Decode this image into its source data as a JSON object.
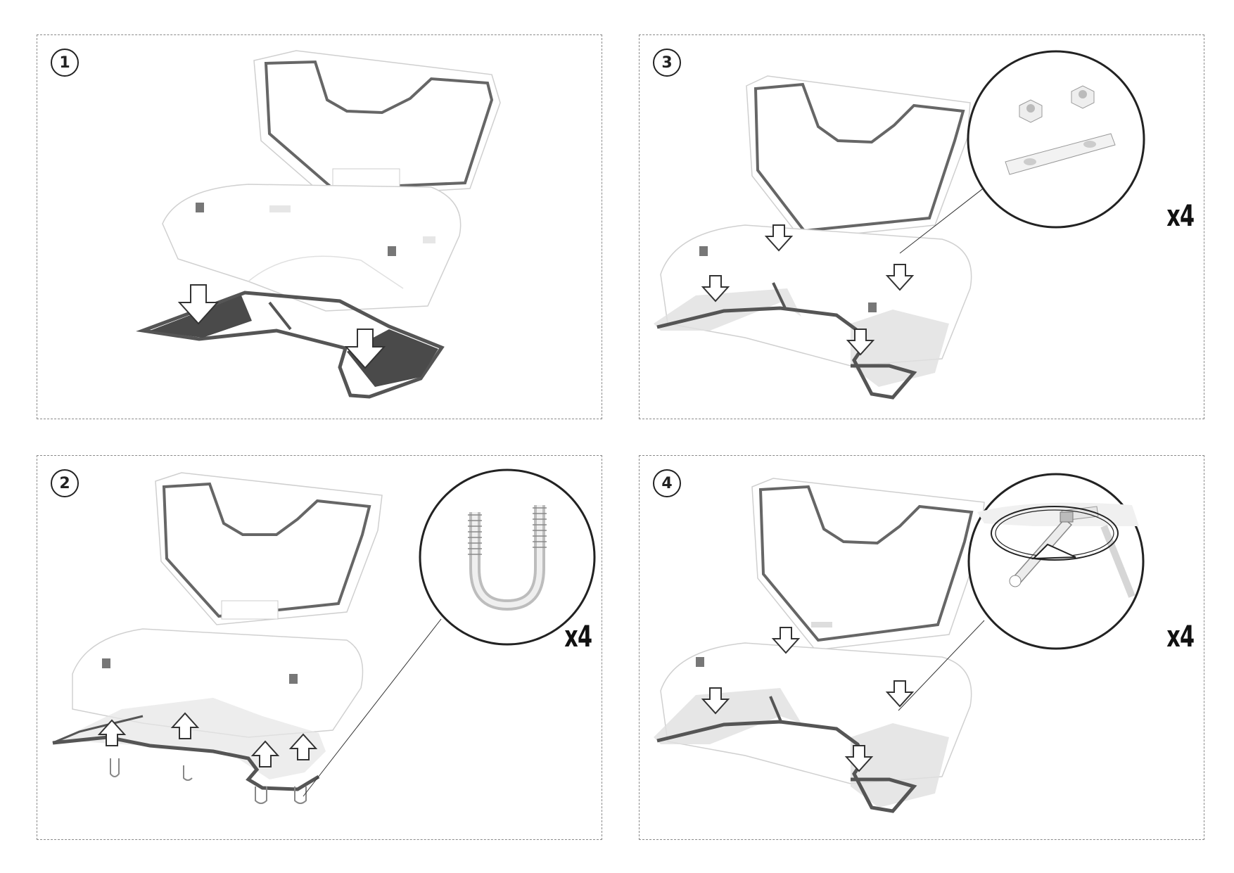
{
  "steps": [
    {
      "number": "1",
      "quantity": ""
    },
    {
      "number": "2",
      "quantity": "x4"
    },
    {
      "number": "3",
      "quantity": "x4"
    },
    {
      "number": "4",
      "quantity": "x4"
    }
  ],
  "colors": {
    "frame": "#555555",
    "rack_fill": "#4a4a4a",
    "ghost_fill": "#d9d9d9",
    "outline": "#c8c8c8",
    "dash": "#8a8a8a"
  },
  "icons": [
    "arrow-down-icon",
    "arrow-up-icon",
    "u-bolt-icon",
    "nut-icon",
    "plate-icon",
    "wrench-icon",
    "rotate-arrow-icon"
  ]
}
